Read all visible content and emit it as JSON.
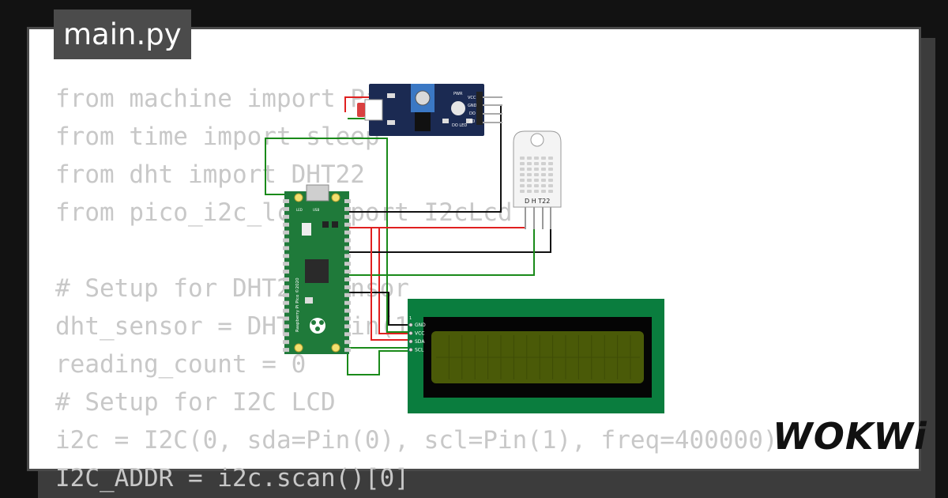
{
  "editor": {
    "filename": "main.py",
    "code_lines": [
      "from machine import Pin, ADC",
      "from time import sleep",
      "from dht import DHT22",
      "from pico_i2c_lcd import I2cLcd",
      "",
      "# Setup for DHT22 sensor",
      "dht_sensor = DHT22(Pin(15))",
      "reading_count = 0",
      "# Setup for I2C LCD",
      "i2c = I2C(0, sda=Pin(0), scl=Pin(1), freq=400000)",
      "I2C_ADDR = i2c.scan()[0]"
    ]
  },
  "circuit": {
    "dht": {
      "label": "D H T22"
    },
    "lcd": {
      "pins": [
        "GND",
        "VCC",
        "SDA",
        "SCL"
      ],
      "pin1_marker": "1"
    },
    "pico": {
      "board_text": "Raspberry Pi Pico ©2020",
      "led_label": "LED",
      "usb_label": "USB"
    },
    "ldr_module": {
      "pin_labels": [
        "VCC",
        "GND",
        "DO",
        "AO"
      ],
      "pwr_label": "PWR",
      "led_label": "DO LED"
    }
  },
  "brand": {
    "logo": "WOKWi"
  },
  "colors": {
    "background": "#121212",
    "card": "#ffffff",
    "code_text": "#c8c8c8",
    "tab_bg": "#4b4b4b",
    "pico_green": "#1f7a3a",
    "lcd_board": "#0a7d3e",
    "lcd_screen": "#4a5a08",
    "module_blue": "#1b2a52",
    "wire_red": "#e02020",
    "wire_black": "#111111",
    "wire_green": "#1a8a1a"
  }
}
